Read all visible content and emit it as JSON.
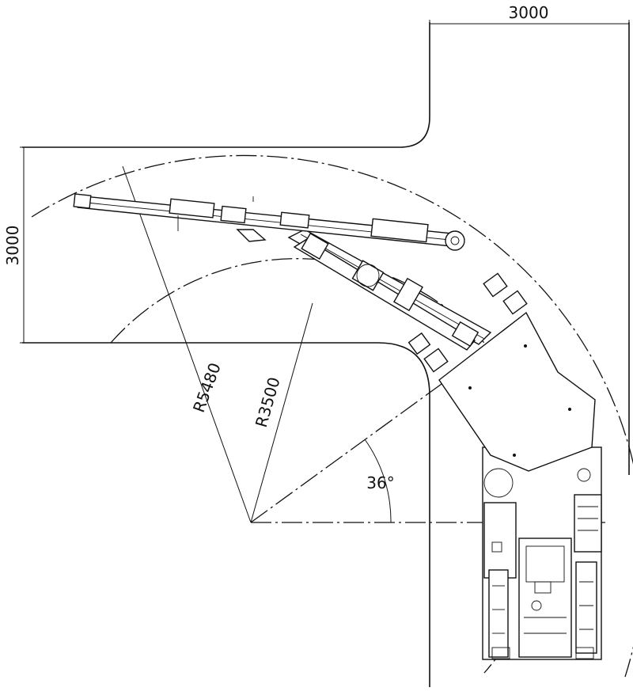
{
  "drawing": {
    "dimensions": {
      "top_width": "3000",
      "left_height": "3000",
      "outer_radius": "R5480",
      "inner_radius": "R3500",
      "swing_angle": "36°"
    }
  }
}
